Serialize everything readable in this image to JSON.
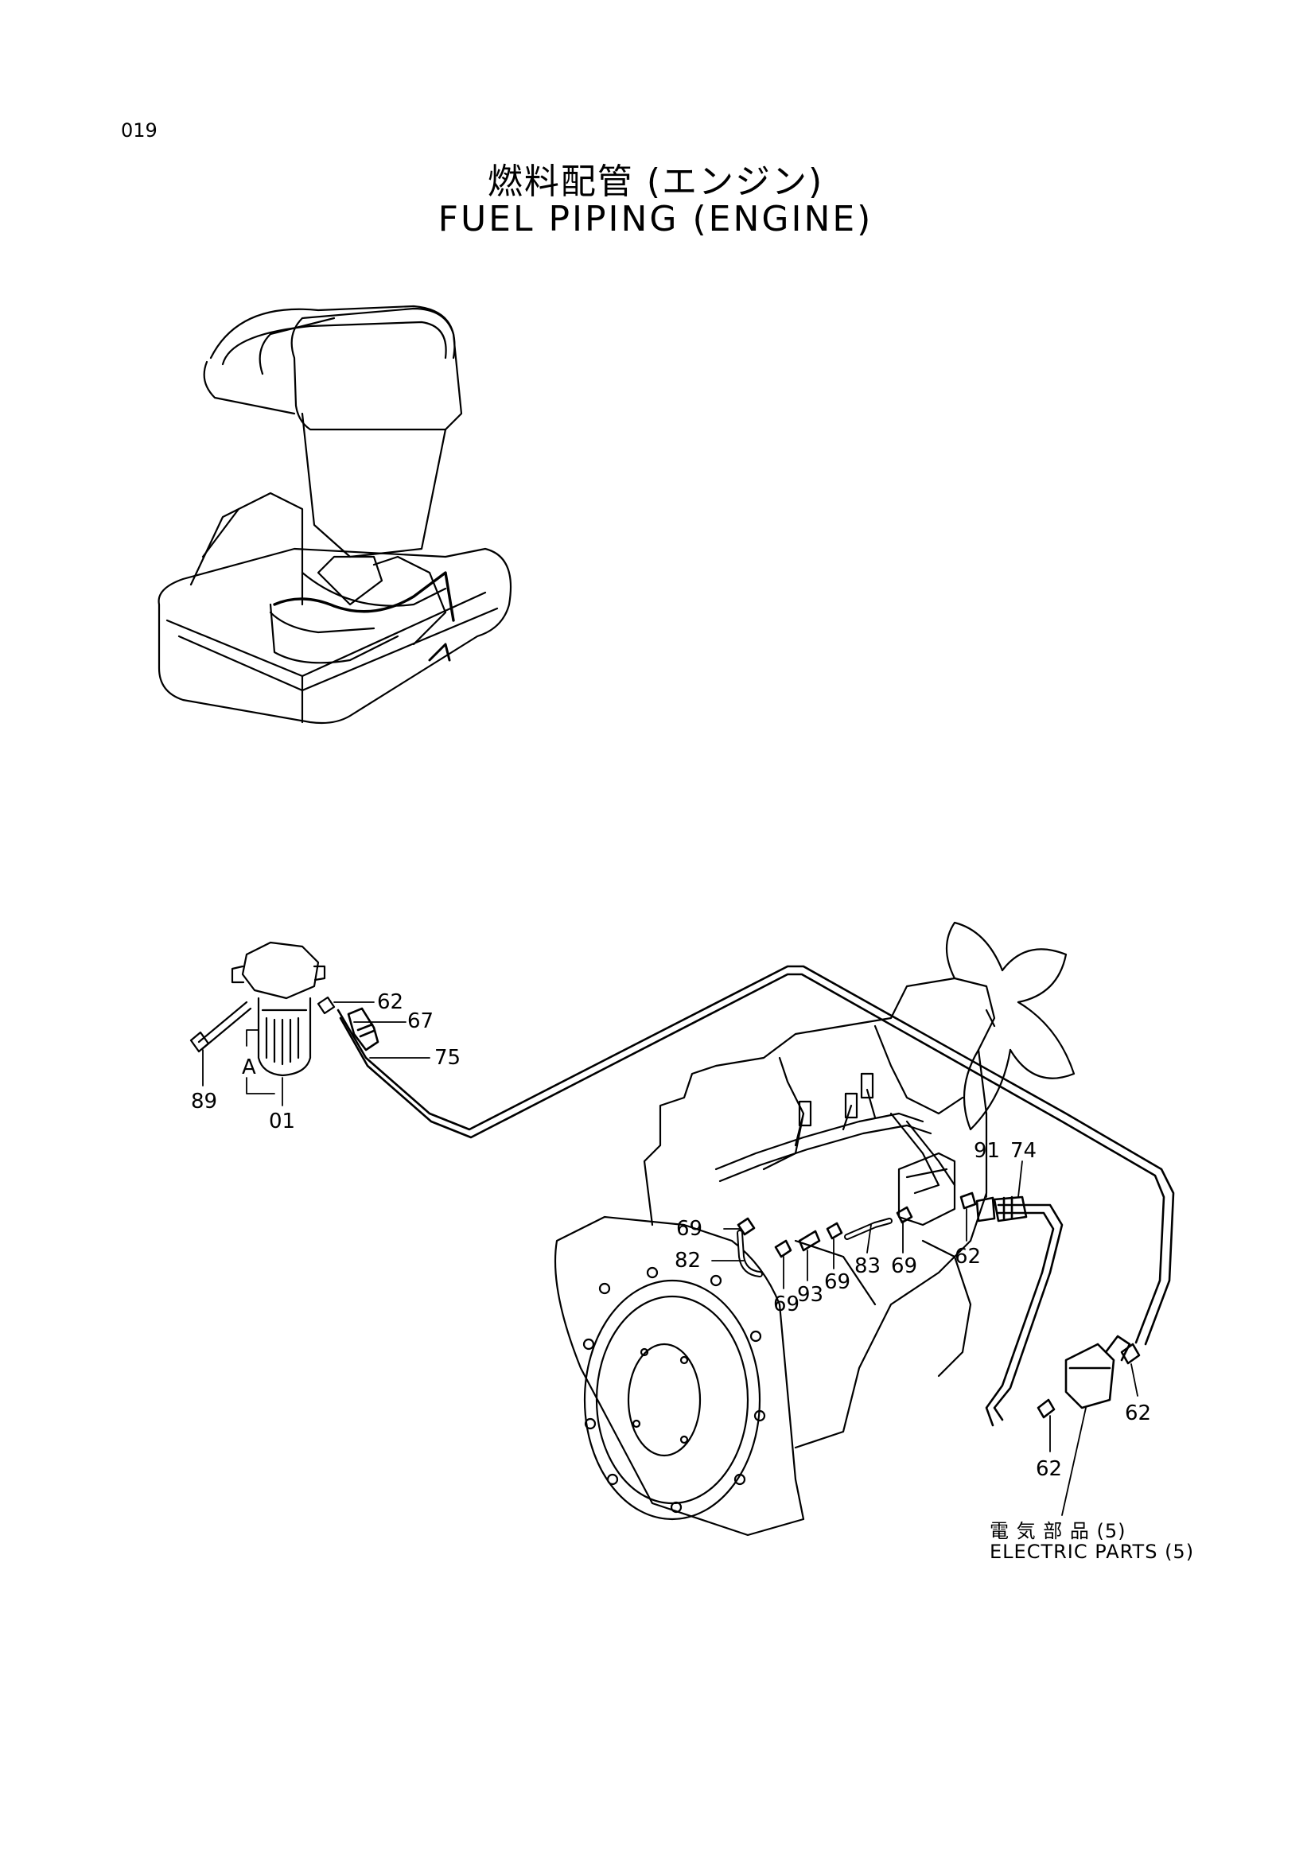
{
  "page": {
    "number": "019"
  },
  "title": {
    "ja": "燃料配管 (エンジン)",
    "en": "FUEL  PIPING  (ENGINE)"
  },
  "callouts": {
    "c62_top": "62",
    "c67": "67",
    "c75": "75",
    "c89": "89",
    "cA": "A",
    "c01": "01",
    "c91": "91",
    "c74": "74",
    "c69_a": "69",
    "c82": "82",
    "c69_b": "69",
    "c93": "93",
    "c69_c": "69",
    "c83": "83",
    "c69_d": "69",
    "c62_mid": "62",
    "c62_low": "62",
    "c62_right": "62"
  },
  "note": {
    "ja": "電 気 部 品 (5)",
    "en": "ELECTRIC  PARTS  (5)"
  }
}
